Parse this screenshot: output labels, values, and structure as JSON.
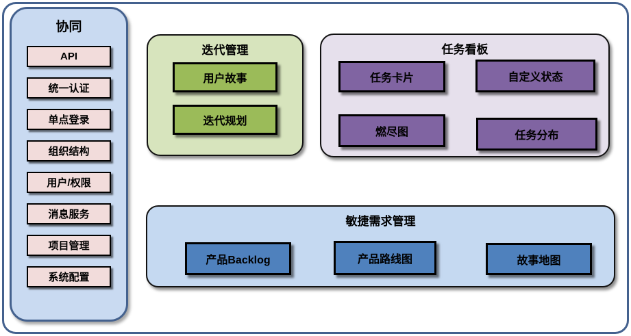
{
  "diagram": {
    "sidebar": {
      "title": "协同",
      "items": [
        "API",
        "统一认证",
        "单点登录",
        "组织结构",
        "用户/权限",
        "消息服务",
        "项目管理",
        "系统配置"
      ]
    },
    "panels": {
      "iteration": {
        "title": "迭代管理",
        "items": [
          "用户故事",
          "迭代规划"
        ]
      },
      "kanban": {
        "title": "任务看板",
        "items": [
          "任务卡片",
          "自定义状态",
          "燃尽图",
          "任务分布"
        ]
      },
      "agile": {
        "title": "敏捷需求管理",
        "items": [
          "产品Backlog",
          "产品路线图",
          "故事地图"
        ]
      }
    }
  },
  "colors": {
    "frame-border": "#44618E",
    "sidebar-fill": "#C9DAF1",
    "pink-item": "#F2DCDB",
    "green-panel": "#D7E4BD",
    "green-item": "#9BBB59",
    "purple-panel": "#E6E0EC",
    "purple-item": "#8064A2",
    "blue-panel": "#C5D9F1",
    "blue-item": "#4F81BD",
    "item-border": "#000000"
  }
}
